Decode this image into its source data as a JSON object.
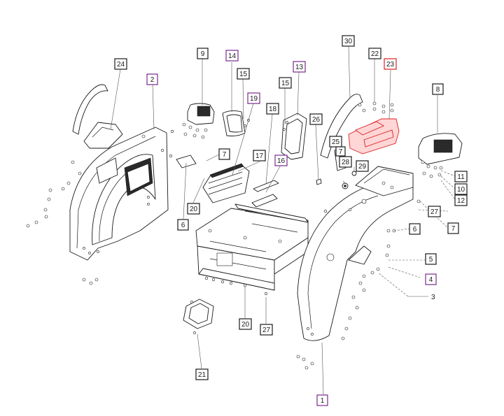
{
  "callouts": [
    {
      "id": "c1",
      "text": "1",
      "style": "purple"
    },
    {
      "id": "c2",
      "text": "2",
      "style": "purple"
    },
    {
      "id": "c3",
      "text": "3",
      "style": "plain"
    },
    {
      "id": "c4",
      "text": "4",
      "style": "purple"
    },
    {
      "id": "c5",
      "text": "5",
      "style": "black"
    },
    {
      "id": "c6a",
      "text": "6",
      "style": "black"
    },
    {
      "id": "c6b",
      "text": "6",
      "style": "black"
    },
    {
      "id": "c7a",
      "text": "7",
      "style": "black"
    },
    {
      "id": "c7b",
      "text": "7",
      "style": "black"
    },
    {
      "id": "c8",
      "text": "8",
      "style": "black"
    },
    {
      "id": "c9",
      "text": "9",
      "style": "black"
    },
    {
      "id": "c10",
      "text": "10",
      "style": "black"
    },
    {
      "id": "c11",
      "text": "11",
      "style": "black"
    },
    {
      "id": "c12",
      "text": "12",
      "style": "black"
    },
    {
      "id": "c13",
      "text": "13",
      "style": "purple"
    },
    {
      "id": "c14",
      "text": "14",
      "style": "purple"
    },
    {
      "id": "c15a",
      "text": "15",
      "style": "black"
    },
    {
      "id": "c15b",
      "text": "15",
      "style": "black"
    },
    {
      "id": "c16",
      "text": "16",
      "style": "purple"
    },
    {
      "id": "c17",
      "text": "17",
      "style": "black"
    },
    {
      "id": "c18",
      "text": "18",
      "style": "black"
    },
    {
      "id": "c19",
      "text": "19",
      "style": "purple"
    },
    {
      "id": "c20a",
      "text": "20",
      "style": "black"
    },
    {
      "id": "c20b",
      "text": "20",
      "style": "black"
    },
    {
      "id": "c21",
      "text": "21",
      "style": "black"
    },
    {
      "id": "c22",
      "text": "22",
      "style": "black"
    },
    {
      "id": "c23",
      "text": "23",
      "style": "red"
    },
    {
      "id": "c24",
      "text": "24",
      "style": "black"
    },
    {
      "id": "c25",
      "text": "25",
      "style": "black"
    },
    {
      "id": "c26",
      "text": "26",
      "style": "black"
    },
    {
      "id": "c27a",
      "text": "27",
      "style": "black"
    },
    {
      "id": "c27b",
      "text": "27",
      "style": "black"
    },
    {
      "id": "c28",
      "text": "28",
      "style": "black"
    },
    {
      "id": "c29",
      "text": "29",
      "style": "black"
    },
    {
      "id": "c30",
      "text": "30",
      "style": "black"
    },
    {
      "id": "c7c",
      "text": "7",
      "style": "black"
    }
  ],
  "colors": {
    "purple": "#7a2a8c",
    "black": "#1a1a1a",
    "red": "#e02020",
    "highlight_fill": "#ffd6d6"
  }
}
